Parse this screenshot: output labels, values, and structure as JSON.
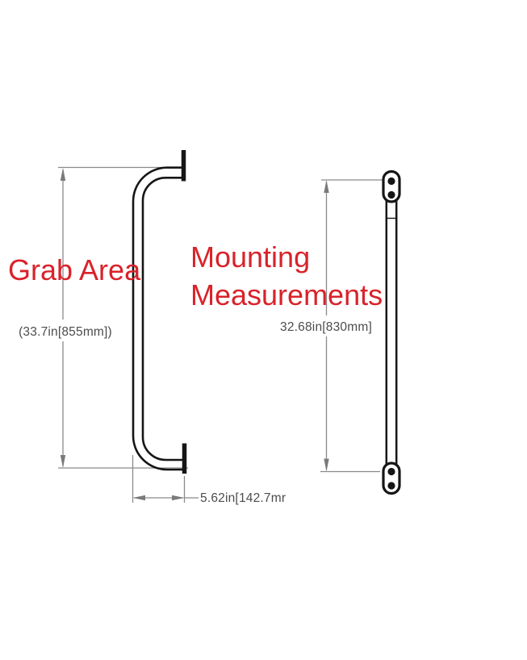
{
  "diagram": {
    "annotations": {
      "grab_area_label": "Grab Area",
      "mounting_label_line1": "Mounting",
      "mounting_label_line2": "Measurements"
    },
    "dimensions": {
      "grab_bar_length": "(33.7in[855mm])",
      "grab_bar_depth": "5.62in[142.7mr",
      "mounting_hole_distance": "32.68in[830mm]"
    },
    "colors": {
      "annotation_red": "#d9222a",
      "drawing_black": "#161616",
      "dimension_gray": "#8a8a8a",
      "dimension_text_gray": "#4c4c4c"
    }
  }
}
